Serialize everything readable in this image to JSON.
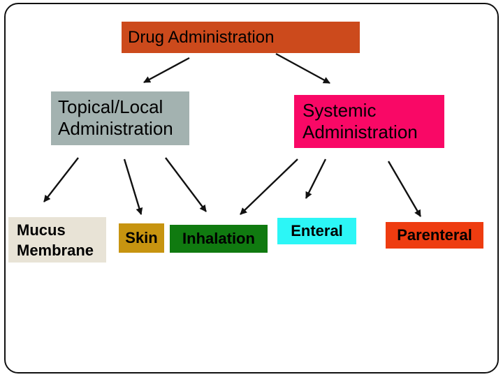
{
  "slide": {
    "background": "#ffffff",
    "border_color": "#111111"
  },
  "diagram": {
    "nodes": {
      "drug_administration": {
        "label": "Drug Administration",
        "color": "#cc4a1c"
      },
      "topical_local": {
        "label": "Topical/Local Administration",
        "color": "#a3b2b0"
      },
      "systemic": {
        "label": "Systemic Administration",
        "color": "#f90866"
      },
      "mucus_membrane": {
        "label": "Mucus Membrane",
        "color": "#e8e3d6"
      },
      "skin": {
        "label": "Skin",
        "color": "#c79410"
      },
      "inhalation": {
        "label": "Inhalation",
        "color": "#107a10"
      },
      "enteral": {
        "label": "Enteral",
        "color": "#2cf6f6"
      },
      "parenteral": {
        "label": "Parenteral",
        "color": "#ee3c10"
      }
    },
    "edges": [
      {
        "from": "drug_administration",
        "to": "topical_local"
      },
      {
        "from": "drug_administration",
        "to": "systemic"
      },
      {
        "from": "topical_local",
        "to": "mucus_membrane"
      },
      {
        "from": "topical_local",
        "to": "skin"
      },
      {
        "from": "topical_local",
        "to": "inhalation"
      },
      {
        "from": "systemic",
        "to": "inhalation"
      },
      {
        "from": "systemic",
        "to": "enteral"
      },
      {
        "from": "systemic",
        "to": "parenteral"
      }
    ],
    "arrow_color": "#111111",
    "text_color": "#000000"
  }
}
